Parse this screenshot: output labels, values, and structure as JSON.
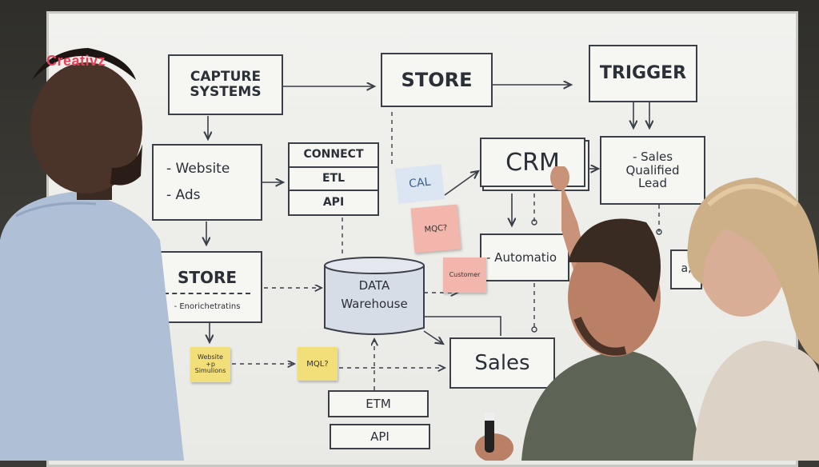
{
  "brand": {
    "logo_text": "Creativz",
    "color": "#e8425a"
  },
  "whiteboard": {
    "capture": "CAPTURE\nSYSTEMS",
    "store_top": "STORE",
    "trigger": "TRIGGER",
    "sources": [
      "- Website",
      "- Ads"
    ],
    "connect": "CONNECT",
    "etl": "ETL",
    "api_mid": "API",
    "crm": "CRM",
    "sales_qualified": "- Sales\nQualified\nLead",
    "store_bottom": "STORE",
    "enrichment": "- Enorichetratins",
    "data_warehouse": "DATA\nWarehouse",
    "automation": "- Automatio",
    "partial_right": "a,",
    "sales": "Sales",
    "etm": "ETM",
    "api_bottom": "API"
  },
  "sticky_notes": {
    "cal": "CAL",
    "mqc": "MQC?",
    "customer": "Customer",
    "website_sn": "Website\n+p\nSimulions",
    "mql": "MQL?"
  }
}
